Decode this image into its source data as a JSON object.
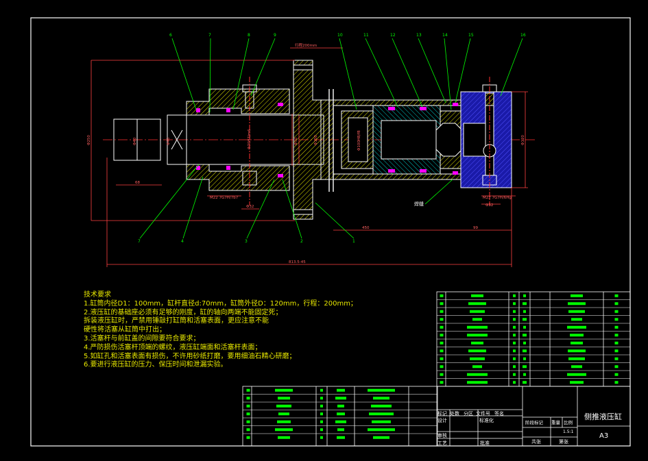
{
  "colors": {
    "background": "#000000",
    "frame": "#ffffff",
    "outline": "#ffffff",
    "steel_hatch": "#e6e600",
    "cylinder_hatch": "#00c8c8",
    "head_fill": "#2020c0",
    "seal": "#ff00ff",
    "leader": "#00ff00",
    "dimension": "#ff4040",
    "centerline": "#ff3030",
    "text": "#e8e800",
    "table_fill": "#00ff00"
  },
  "drawing": {
    "balloons": [
      "6",
      "7",
      "8",
      "9",
      "10",
      "11",
      "12",
      "13",
      "14",
      "15",
      "16",
      "7",
      "4",
      "3",
      "2",
      "1"
    ],
    "dimensions": {
      "stroke": "行程200mm",
      "len_68": "68",
      "len_450": "450",
      "len_99": "99",
      "total": "813.5-45",
      "bore_left": "Φ250",
      "bore_right": "Φ120",
      "fit_left": "M22 7G7H/7b7",
      "fit_right": "M22 7G7H/6Hg",
      "d32_left": "Φ32",
      "d32_right": "Φ32",
      "d40": "Φ40",
      "d70": "Φ70",
      "d100": "Φ100",
      "diam_a": "Φ70H7/m6",
      "diam_b": "Φ100H8/f8",
      "diam_c": "Φ40"
    },
    "label_weld": "焊缝"
  },
  "notes": {
    "heading": "技术要求",
    "lines": [
      "1.缸筒内径D1：100mm，缸杆直径d:70mm，缸筒外径D：120mm，行程：200mm；",
      "2.液压缸的基础座必须有足够的刚度，缸的轴向两端不能固定死；",
      "拆装液压缸时，严禁用锤敲打缸筒和活塞表面，更应注意不能",
      "硬性将活塞从缸筒中打出；",
      "3.活塞杆与前缸盖的间隙要符合要求；",
      "4.严防损伤活塞杆顶端的螺纹，液压缸端面和活塞杆表面；",
      "5.如缸孔和活塞表面有损伤，不许用砂纸打磨，要用细油石精心研磨；",
      "6.要进行液压缸的压力、保压时间和泄漏实验。"
    ]
  },
  "title_block": {
    "drawing_name": "侧推液压缸",
    "sheet_size": "A3",
    "scale": "1.5:1",
    "labels": {
      "revision_mark": "标记",
      "count": "处数",
      "zone": "分区",
      "doc_no": "文件号",
      "signature": "签名",
      "design": "设计",
      "standardize": "标准化",
      "stage_mark": "阶段标记",
      "weight": "重量",
      "scale_label": "比例",
      "review": "审核",
      "process": "工艺",
      "approve": "批准",
      "total_sheets": "共张",
      "sheet_no": "第张"
    }
  }
}
